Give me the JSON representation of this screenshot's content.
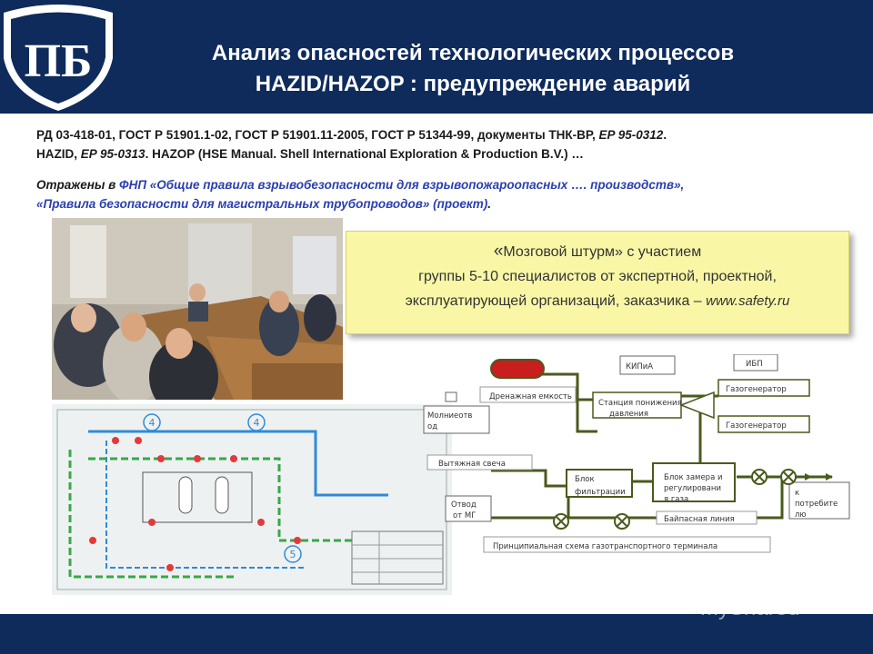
{
  "slide": {
    "title_line1": "Анализ опасностей технологических процессов",
    "title_line2": "HAZID/HAZOP : предупреждение аварий",
    "refs": {
      "p1": "РД 03-418-01,  ГОСТ Р 51901.1-02,  ГОСТ Р 51901.11-2005,  ГОСТ Р 51344-99, документы ТНК-ВР, ",
      "p2": "EP 95-0312",
      "p3": ".",
      "p4": "HAZID, ",
      "p5": "EP 95-0313",
      "p6": ". HAZOP (HSE Manual. Shell International Exploration & Production B.V.) …"
    },
    "reflected": {
      "p1": "Отражены в ",
      "p2": "ФНП «Общие правила взрывобезопасности для взрывопожароопасных …. производств»,",
      "p3": "«Правила безопасности для магистральных трубопроводов» (проект)",
      "p4": "."
    },
    "callout": {
      "open_quote": "«",
      "line1": "Мозговой штурм» с участием",
      "line2": "группы 5-10 специалистов от экспертной, проектной,",
      "line3": "эксплуатирующей организаций, заказчика – ",
      "url": "www.safety.ru"
    },
    "scheme": {
      "kipia": "КИПиА",
      "ibp": "ИБП",
      "drain": "Дренажная емкость",
      "station1": "Станция понижения",
      "station2": "давления",
      "gen1": "Газогенератор",
      "gen2": "Газогенератор",
      "lightning1": "Молниеотв",
      "lightning2": "од",
      "vent": "Вытяжная свеча",
      "filter1": "Блок",
      "filter2": "фильтрации",
      "meter1": "Блок замера и",
      "meter2": "регулировани",
      "meter3": "я газа",
      "consumer1": "к",
      "consumer2": "потребите",
      "consumer3": "лю",
      "outlet1": "Отвод",
      "outlet2": "от МГ",
      "bypass": "Байпасная линия",
      "caption": "Принципиальная схема газотранспортного терминала"
    },
    "drawing_numbers": [
      "4",
      "4",
      "5"
    ],
    "logo_letters": "ПБ",
    "watermark": "MyShared"
  },
  "colors": {
    "navy": "#0e2b5c",
    "callout": "#f9f7a6",
    "pipe": "#4a5a1c",
    "red_valve": "#c81e1e"
  }
}
